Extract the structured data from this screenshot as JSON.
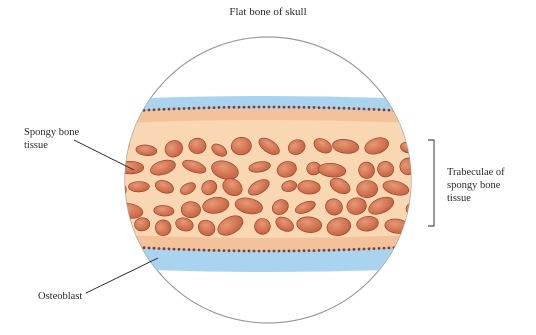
{
  "labels": {
    "title": "Flat bone of skull",
    "spongy_bone": "Spongy bone\ntissue",
    "trabeculae": "Trabeculae of\nspongy bone\ntissue",
    "osteoblast": "Osteoblast"
  },
  "colors": {
    "outer_layer": "#a9d3ee",
    "bone_matrix": "#f9d7b3",
    "compact_band": "#f4c29a",
    "marrow_space": "#c55f3f",
    "marrow_highlight": "#e79875",
    "osteocyte_dots": "#8e3a22",
    "line": "#222222"
  }
}
